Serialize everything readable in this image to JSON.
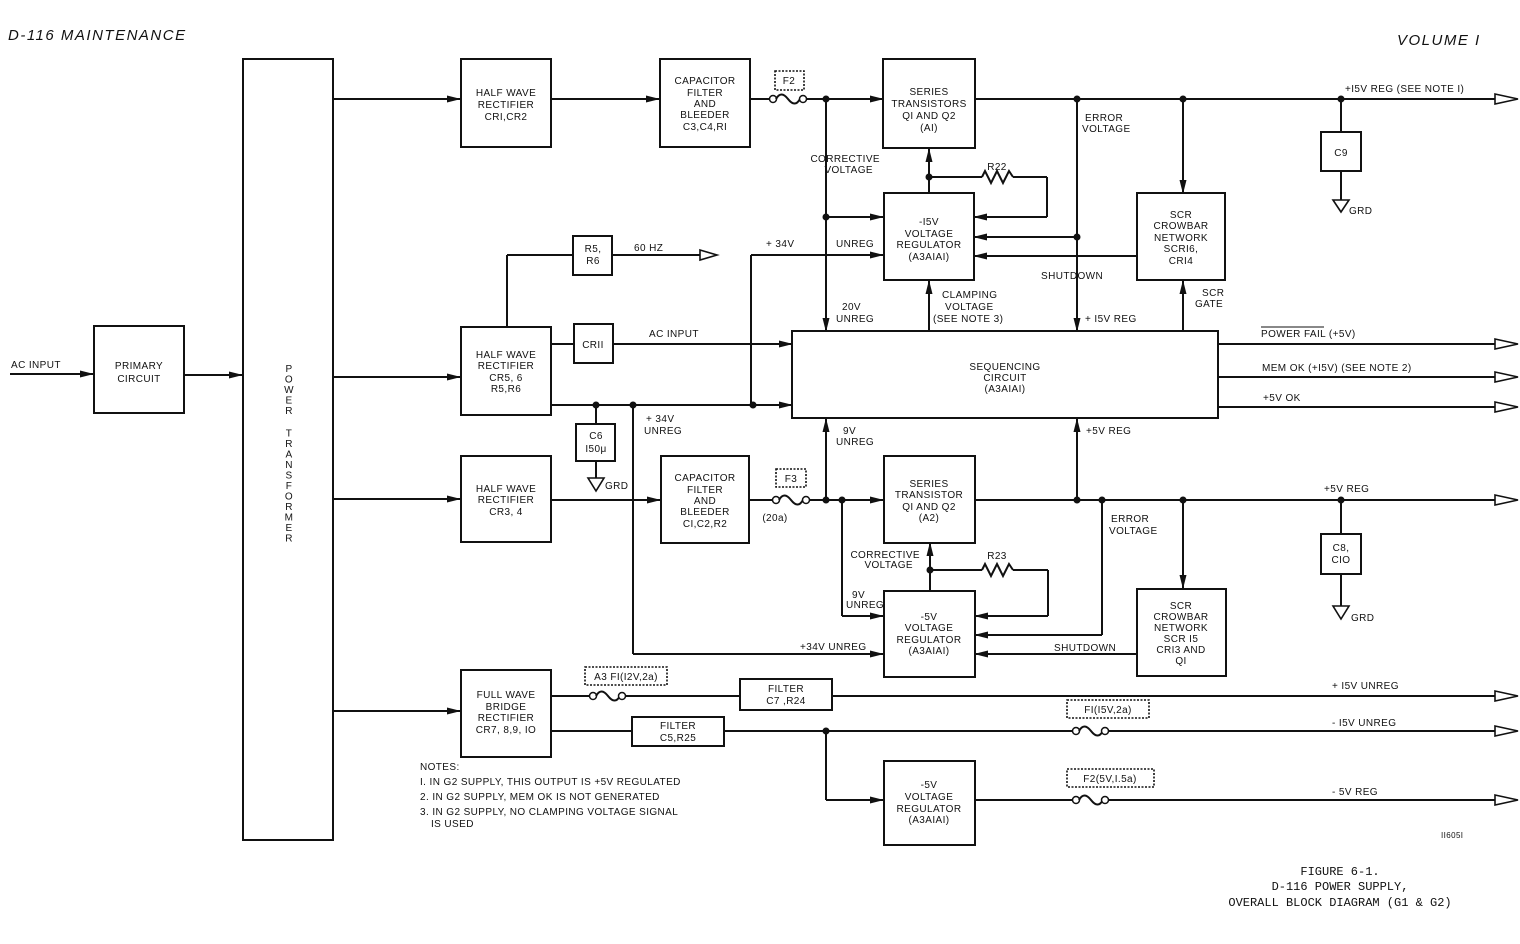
{
  "header": {
    "left": "D-116 MAINTENANCE",
    "right": "VOLUME I"
  },
  "blocks": {
    "primary_circuit": [
      "PRIMARY",
      "CIRCUIT"
    ],
    "power_transformer": "POWER TRANSFORMER",
    "hw_rect_1": [
      "HALF WAVE",
      "RECTIFIER",
      "CRI,CR2"
    ],
    "cap_filter_1": [
      "CAPACITOR",
      "FILTER",
      "AND",
      "BLEEDER",
      "C3,C4,RI"
    ],
    "series_trans_a1": [
      "SERIES",
      "TRANSISTORS",
      "QI AND Q2",
      "(AI)"
    ],
    "reg_m15": [
      "-I5V",
      "VOLTAGE",
      "REGULATOR",
      "(A3AIAI)"
    ],
    "scr_crowbar_1": [
      "SCR",
      "CROWBAR",
      "NETWORK",
      "SCRI6,",
      "CRI4"
    ],
    "c9": "C9",
    "r5r6": [
      "R5,",
      "R6"
    ],
    "hw_rect_2": [
      "HALF WAVE",
      "RECTIFIER",
      "CR5, 6",
      "R5,R6"
    ],
    "cr11": "CRII",
    "c6": [
      "C6",
      "I50μ"
    ],
    "sequencing": [
      "SEQUENCING",
      "CIRCUIT",
      "(A3AIAI)"
    ],
    "hw_rect_3": [
      "HALF WAVE",
      "RECTIFIER",
      "CR3, 4"
    ],
    "cap_filter_2": [
      "CAPACITOR",
      "FILTER",
      "AND",
      "BLEEDER",
      "CI,C2,R2"
    ],
    "series_trans_a2": [
      "SERIES",
      "TRANSISTOR",
      "QI AND Q2",
      "(A2)"
    ],
    "reg_m5_a": [
      "-5V",
      "VOLTAGE",
      "REGULATOR",
      "(A3AIAI)"
    ],
    "scr_crowbar_2": [
      "SCR",
      "CROWBAR",
      "NETWORK",
      "SCR I5",
      "CRI3 AND",
      "QI"
    ],
    "c8c10": [
      "C8,",
      "CIO"
    ],
    "fw_bridge": [
      "FULL WAVE",
      "BRIDGE",
      "RECTIFIER",
      "CR7, 8,9, IO"
    ],
    "filter_c7": [
      "FILTER",
      "C7 ,R24"
    ],
    "filter_c5": [
      "FILTER",
      "C5,R25"
    ],
    "reg_m5_b": [
      "-5V",
      "VOLTAGE",
      "REGULATOR",
      "(A3AIAI)"
    ]
  },
  "fuses": {
    "f2_top": "F2",
    "f3": "F3",
    "f3_rating": "(20a)",
    "a3f1": "A3 FI(I2V,2a)",
    "f1": "FI(I5V,2a)",
    "f2_bottom": "F2(5V,I.5a)"
  },
  "labels": {
    "ac_input_main": "AC INPUT",
    "ac_input_seq": "AC INPUT",
    "hz60": "60 HZ",
    "plus34v": "+ 34V",
    "unreg": "UNREG",
    "v20_unreg": [
      "20V",
      "UNREG"
    ],
    "plus34_unreg": [
      "+ 34V",
      "UNREG"
    ],
    "corrective_1": [
      "CORRECTIVE",
      "VOLTAGE"
    ],
    "r22": "R22",
    "error_voltage_1": [
      "ERROR",
      "VOLTAGE"
    ],
    "shutdown_1": "SHUTDOWN",
    "clamping": [
      "CLAMPING",
      "VOLTAGE",
      "(SEE NOTE 3)"
    ],
    "plus15_reg_in": "+ I5V REG",
    "scr_gate": [
      "SCR",
      "GATE"
    ],
    "v9_unreg_seq": [
      "9V",
      "UNREG"
    ],
    "plus5_reg_in": "+5V REG",
    "grd": "GRD",
    "corrective_2": [
      "CORRECTIVE",
      "VOLTAGE"
    ],
    "r23": "R23",
    "v9_unreg_reg": [
      "9V",
      "UNREG"
    ],
    "plus34_unreg_2": "+34V UNREG",
    "error_voltage_2": [
      "ERROR",
      "VOLTAGE"
    ],
    "shutdown_2": "SHUTDOWN",
    "drawing_number": "II605I"
  },
  "outputs": {
    "plus15_reg": "+I5V REG (SEE NOTE I)",
    "power_fail": "POWER FAIL (+5V)",
    "mem_ok": "MEM OK (+I5V) (SEE NOTE 2)",
    "plus5_ok": "+5V OK",
    "plus5_reg": "+5V REG",
    "plus15_unreg": "+ I5V UNREG",
    "minus15_unreg": "- I5V UNREG",
    "minus5_reg": "- 5V REG"
  },
  "notes": {
    "title": "NOTES:",
    "items": [
      "I. IN G2 SUPPLY, THIS OUTPUT IS +5V REGULATED",
      "2. IN G2 SUPPLY, MEM OK IS NOT GENERATED",
      "3. IN G2 SUPPLY, NO CLAMPING VOLTAGE SIGNAL",
      "IS USED"
    ]
  },
  "caption": [
    "FIGURE 6-1.",
    "D-116 POWER SUPPLY,",
    "OVERALL BLOCK DIAGRAM (G1 & G2)"
  ]
}
